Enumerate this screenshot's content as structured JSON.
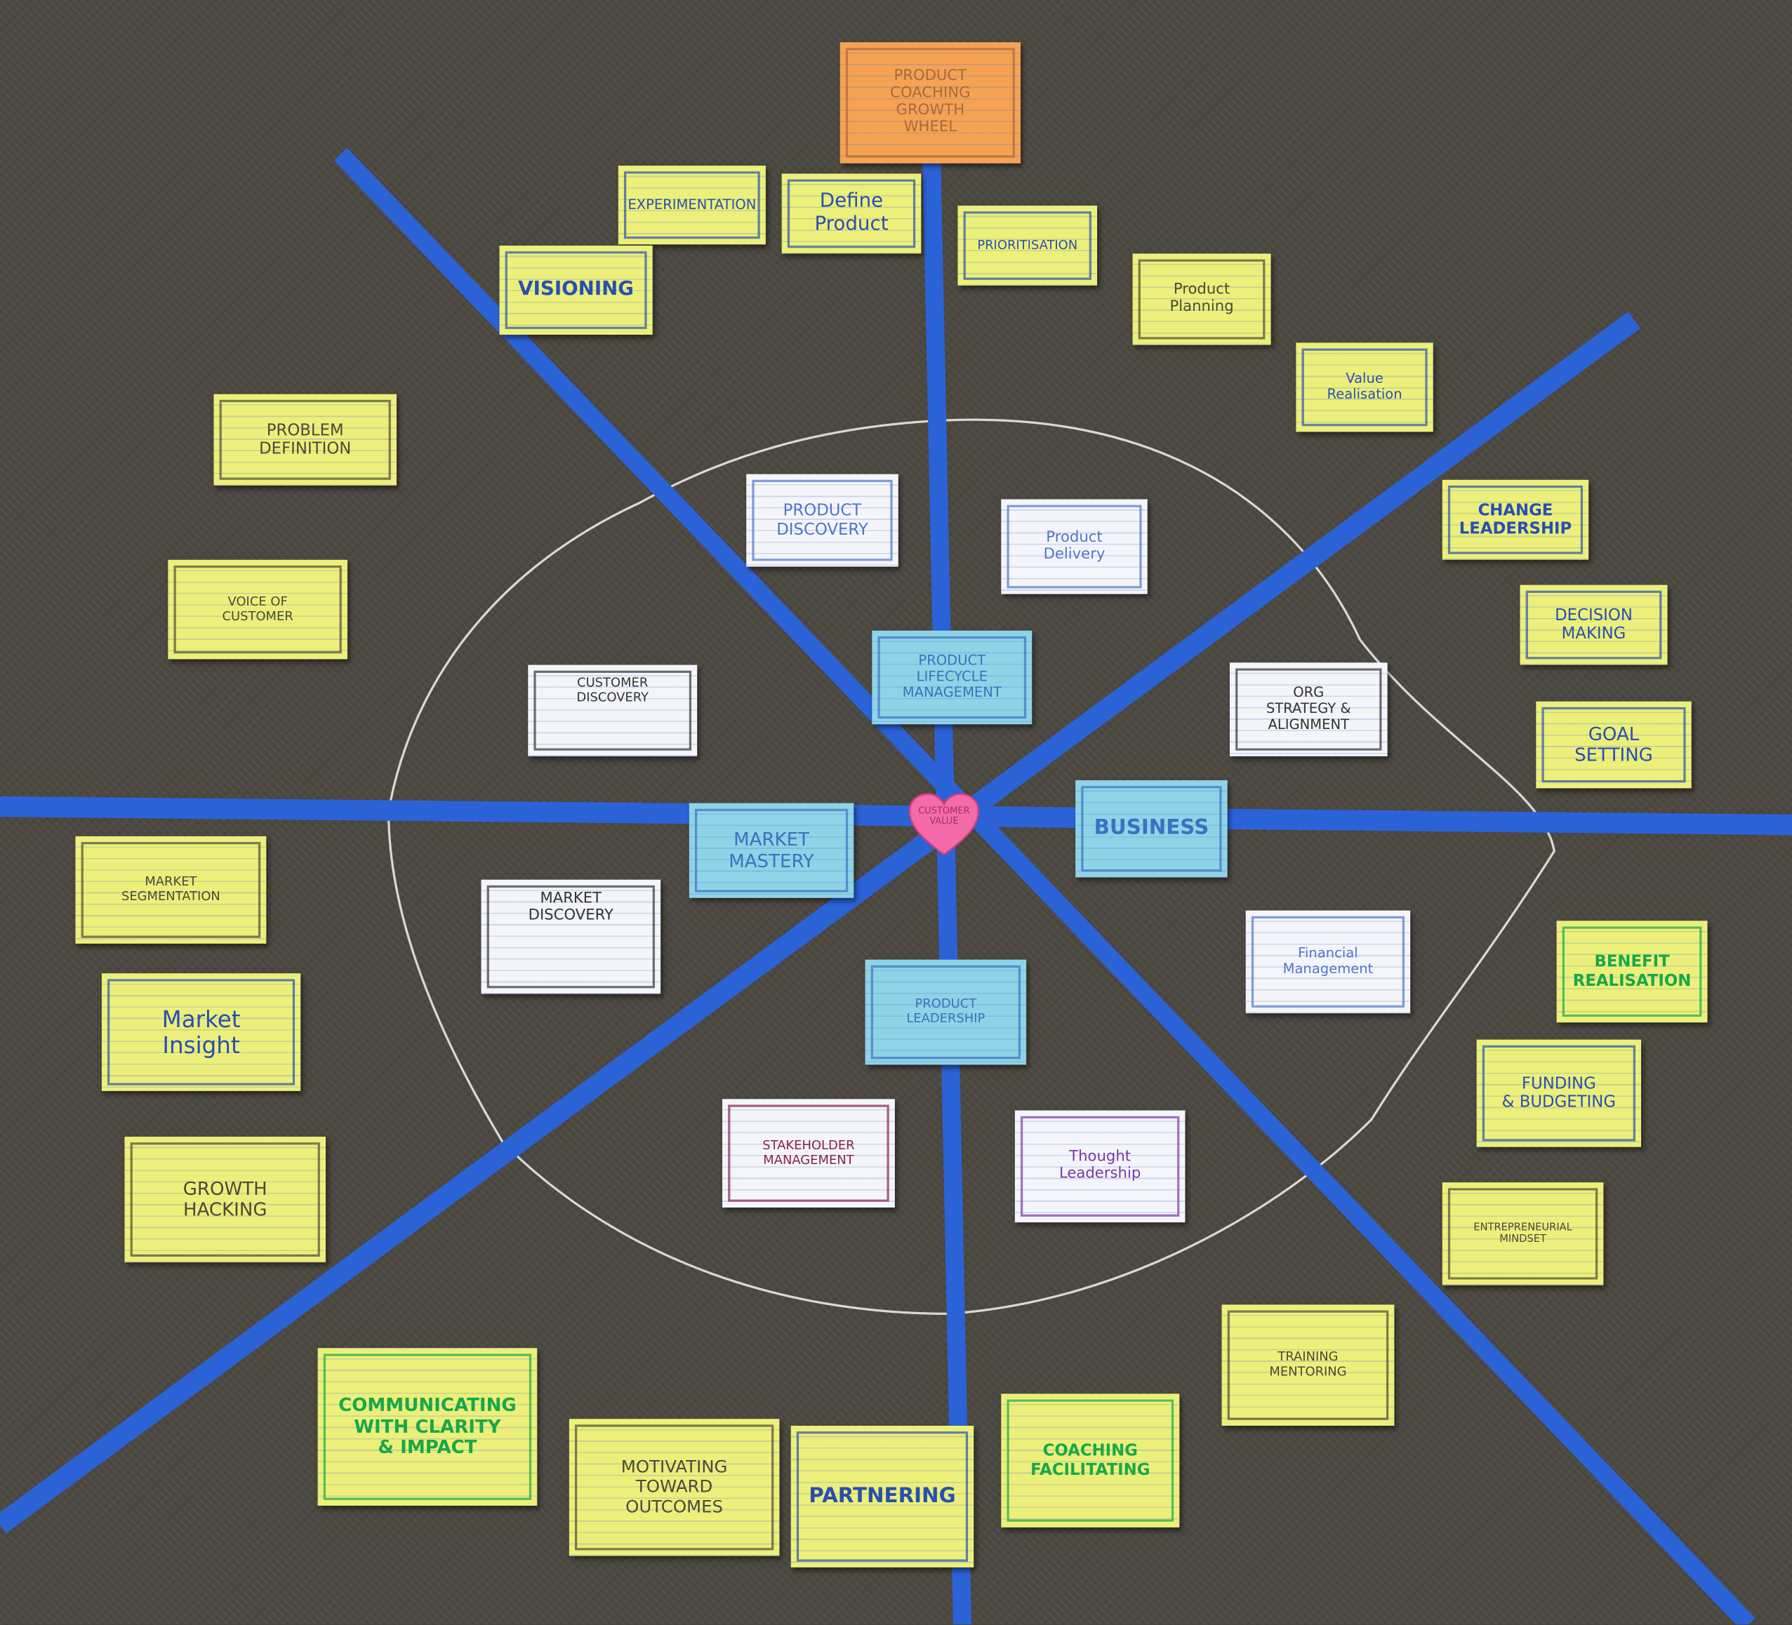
{
  "title": "PRODUCT\nCOACHING\nGROWTH\nWHEEL",
  "center": "CUSTOMER\nVALUE",
  "core": {
    "top": "PRODUCT\nLIFECYCLE\nMANAGEMENT",
    "left": "MARKET\nMASTERY",
    "right": "BUSINESS",
    "bottom": "PRODUCT\nLEADERSHIP"
  },
  "inner": [
    "PRODUCT\nDISCOVERY",
    "Product\nDelivery",
    "CUSTOMER\nDISCOVERY",
    "ORG\nSTRATEGY &\nALIGNMENT",
    "MARKET\nDISCOVERY",
    "Financial\nManagement",
    "STAKEHOLDER\nMANAGEMENT",
    "Thought\nLeadership"
  ],
  "outer": [
    "EXPERIMENTATION",
    "Define\nProduct",
    "PRIORITISATION",
    "VISIONING",
    "Product\nPlanning",
    "Value\nRealisation",
    "PROBLEM\nDEFINITION",
    "VOICE OF\nCUSTOMER",
    "CHANGE\nLEADERSHIP",
    "DECISION\nMAKING",
    "GOAL\nSETTING",
    "MARKET\nSEGMENTATION",
    "Market\nInsight",
    "GROWTH\nHACKING",
    "BENEFIT\nREALISATION",
    "FUNDING\n& BUDGETING",
    "ENTREPRENEURIAL\nMINDSET",
    "TRAINING\nMENTORING",
    "COACHING\nFACILITATING",
    "PARTNERING",
    "MOTIVATING\nTOWARD\nOUTCOMES",
    "COMMUNICATING\nWITH CLARITY\n& IMPACT"
  ],
  "colors": {
    "tape": "#2b62d6",
    "carpet": "#4b4741",
    "card_yellow": "#ecf07a",
    "card_blue": "#8fd3e6",
    "title_orange": "#f5a253"
  }
}
